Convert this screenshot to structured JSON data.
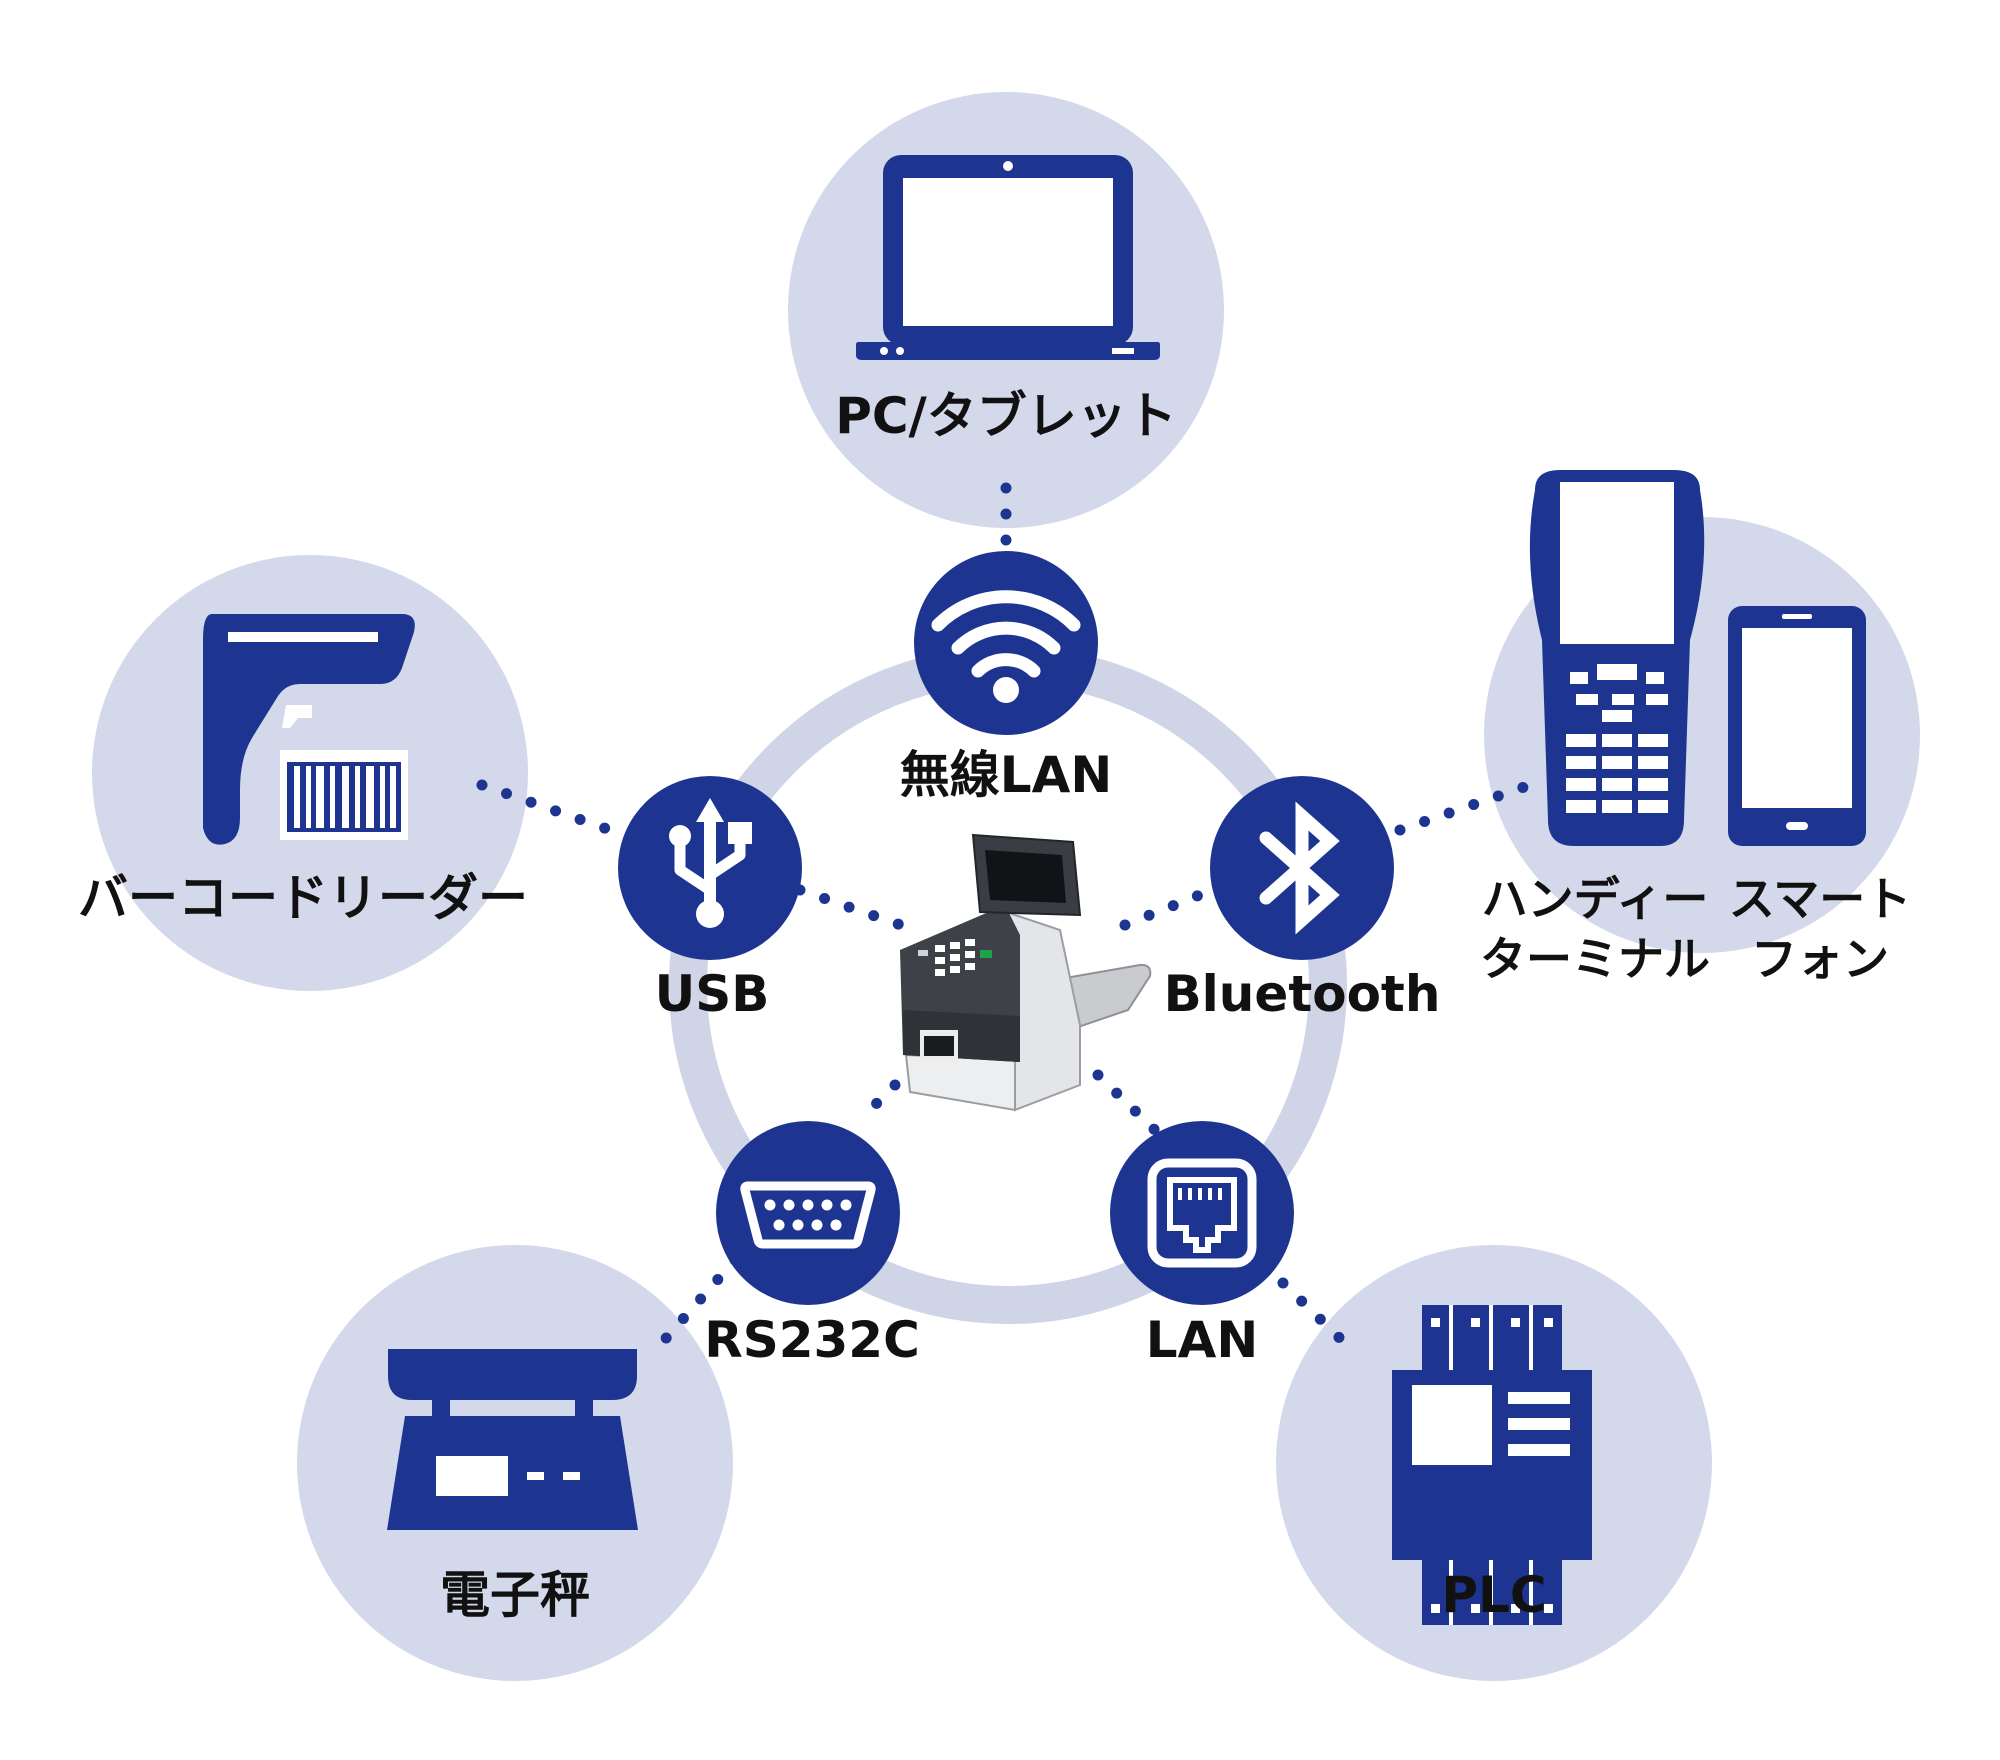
{
  "colors": {
    "accent": "#1d3590",
    "pale": "#d3d8ea",
    "ring": "#cfd4e7",
    "text": "#111111"
  },
  "center": {
    "name": "label-printer",
    "icon": "printer-icon"
  },
  "interfaces": [
    {
      "key": "wlan",
      "label": "無線LAN",
      "icon": "wifi-icon"
    },
    {
      "key": "usb",
      "label": "USB",
      "icon": "usb-icon"
    },
    {
      "key": "bt",
      "label": "Bluetooth",
      "icon": "bluetooth-icon"
    },
    {
      "key": "rs232",
      "label": "RS232C",
      "icon": "serial-port-icon"
    },
    {
      "key": "lan",
      "label": "LAN",
      "icon": "ethernet-port-icon"
    }
  ],
  "devices": [
    {
      "key": "pc",
      "label": "PC/タブレット",
      "icon": "laptop-icon"
    },
    {
      "key": "barcode",
      "label": "バーコードリーダー",
      "icon": "barcode-scanner-icon"
    },
    {
      "key": "handy",
      "label_lines": [
        "ハンディー",
        "ターミナル"
      ],
      "icon": "handheld-terminal-icon"
    },
    {
      "key": "phone",
      "label_lines": [
        "スマート",
        "フォン"
      ],
      "icon": "smartphone-icon"
    },
    {
      "key": "scale",
      "label": "電子秤",
      "icon": "scale-icon"
    },
    {
      "key": "plc",
      "label": "PLC",
      "icon": "plc-icon"
    }
  ]
}
